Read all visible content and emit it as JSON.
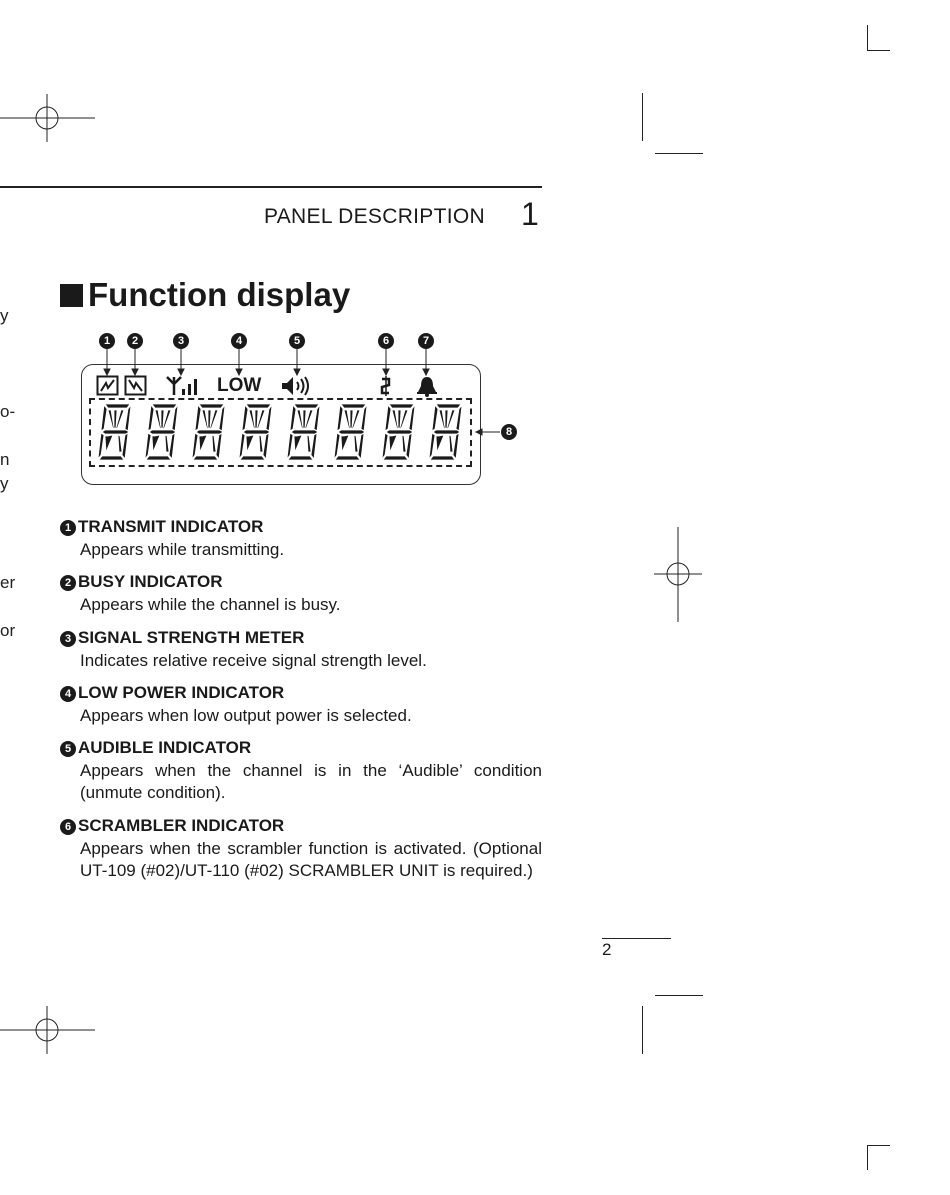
{
  "header": {
    "title": "PANEL DESCRIPTION",
    "chapter_number": "1"
  },
  "section": {
    "title": "Function display"
  },
  "display": {
    "low_label": "LOW",
    "callout_numbers": [
      "1",
      "2",
      "3",
      "4",
      "5",
      "6",
      "7",
      "8"
    ]
  },
  "entries": [
    {
      "number": "1",
      "title": "TRANSMIT INDICATOR",
      "description": "Appears while transmitting."
    },
    {
      "number": "2",
      "title": "BUSY INDICATOR",
      "description": "Appears while the channel is busy."
    },
    {
      "number": "3",
      "title": "SIGNAL STRENGTH METER",
      "description": "Indicates relative receive signal strength level."
    },
    {
      "number": "4",
      "title": "LOW POWER INDICATOR",
      "description": "Appears when low output power is selected."
    },
    {
      "number": "5",
      "title": "AUDIBLE INDICATOR",
      "description": "Appears when the channel is in the ‘Audible’ condition (unmute condition)."
    },
    {
      "number": "6",
      "title": "SCRAMBLER INDICATOR",
      "description": "Appears when the scrambler function is activated. (Optional UT-109 (#02)/UT-110 (#02) SCRAMBLER UNIT is required.)"
    }
  ],
  "left_edge_fragments": [
    "y",
    "o-",
    "n",
    "y",
    "er",
    "or"
  ],
  "page_number": "2",
  "icons": {
    "transmit": "transmit-icon",
    "busy": "busy-icon",
    "signal": "signal-strength-icon",
    "audible": "speaker-icon",
    "scrambler": "scrambler-icon",
    "bell": "bell-icon"
  }
}
